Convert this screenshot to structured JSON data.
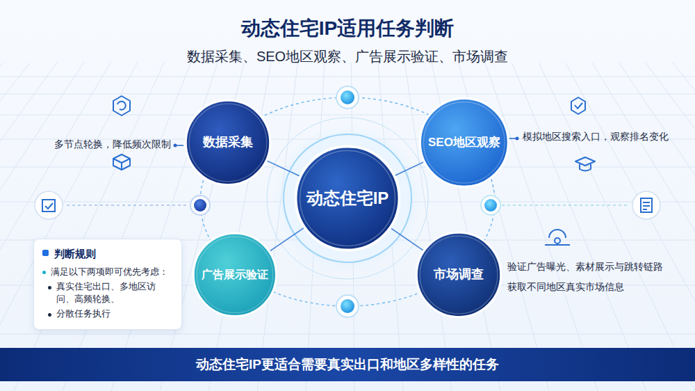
{
  "diagram": {
    "title": "动态住宅IP适用任务判断",
    "nodes": [
      {
        "text": [
          "数据采集"
        ]
      },
      {
        "text": [
          "SEO地区观察"
        ]
      },
      {
        "text": [
          "动态住宅IP"
        ]
      },
      {
        "text": [
          "广告展示验证"
        ]
      },
      {
        "text": [
          "市场调查"
        ]
      },
      {
        "text": [
          "判断规则",
          "满足以下两项即可优先考虑：",
          "真实住宅出口、多地区访问、高频轮换、",
          "分散任务执行"
        ]
      },
      {
        "text": [
          "动态住宅IP更适合需要真实出口和地区多样性的任务"
        ]
      }
    ],
    "edges": [
      {
        "from": 2,
        "to": 0,
        "arrow": "none"
      },
      {
        "from": 2,
        "to": 1,
        "arrow": "none"
      },
      {
        "from": 2,
        "to": 3,
        "arrow": "none"
      },
      {
        "from": 2,
        "to": 4,
        "arrow": "none"
      }
    ],
    "labels": [
      "数据采集、SEO地区观察、广告展示验证、市场调查",
      "多节点轮换，降低频次限制",
      "模拟地区搜索入口，观察排名变化",
      "验证广告曝光、素材展示与跳转链路",
      "获取不同地区真实市场信息"
    ]
  }
}
